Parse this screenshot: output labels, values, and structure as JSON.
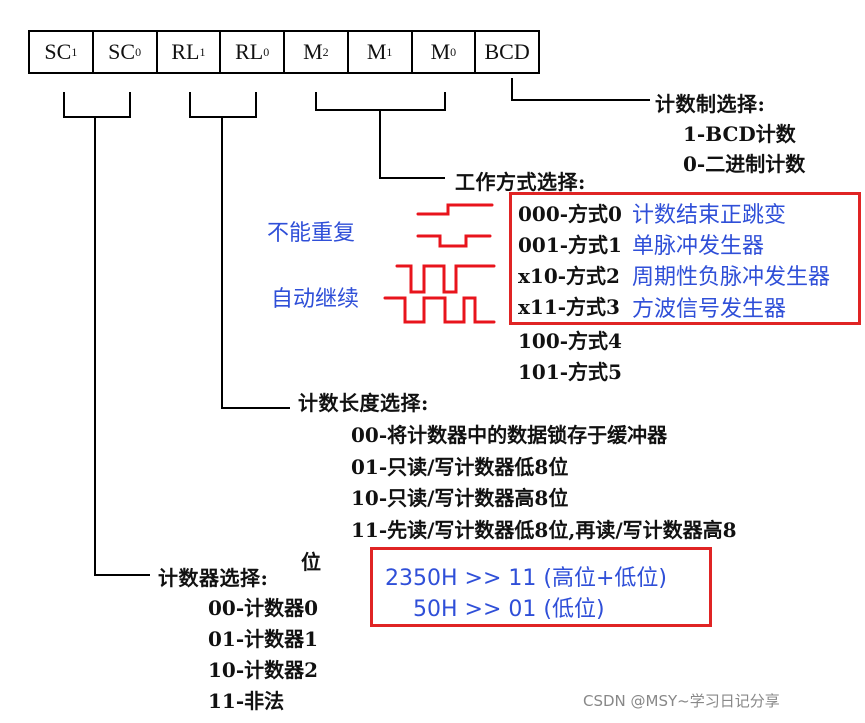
{
  "register": {
    "cells": [
      {
        "main": "SC",
        "sub": "1"
      },
      {
        "main": "SC",
        "sub": "0"
      },
      {
        "main": "RL",
        "sub": "1"
      },
      {
        "main": "RL",
        "sub": "0"
      },
      {
        "main": "M",
        "sub": "2"
      },
      {
        "main": "M",
        "sub": "1"
      },
      {
        "main": "M",
        "sub": "0"
      },
      {
        "main": "BCD",
        "sub": ""
      }
    ]
  },
  "bcd_group": {
    "title": "计数制选择:",
    "options": [
      "1-BCD计数",
      "0-二进制计数"
    ]
  },
  "mode_group": {
    "title": "工作方式选择:",
    "options": [
      "000-方式0",
      "001-方式1",
      "x10-方式2",
      "x11-方式3",
      "100-方式4",
      "101-方式5"
    ],
    "notes": [
      "计数结束正跳变",
      "单脉冲发生器",
      "周期性负脉冲发生器",
      "方波信号发生器"
    ],
    "side_labels": [
      "不能重复",
      "自动继续"
    ]
  },
  "length_group": {
    "title": "计数长度选择:",
    "options": [
      "00-将计数器中的数据锁存于缓冲器",
      "01-只读/写计数器低8位",
      "10-只读/写计数器高8位",
      "11-先读/写计数器低8位,再读/写计数器高8",
      "位"
    ]
  },
  "counter_group": {
    "title": "计数器选择:",
    "options": [
      "00-计数器0",
      "01-计数器1",
      "10-计数器2",
      "11-非法"
    ]
  },
  "example_box": {
    "lines": [
      "2350H >> 11 (高位+低位)",
      "50H >> 01 (低位)"
    ]
  },
  "watermark": "CSDN @MSY~学习日记分享",
  "colors": {
    "annotation": "#2f4fd8",
    "highlight": "#e02424"
  }
}
